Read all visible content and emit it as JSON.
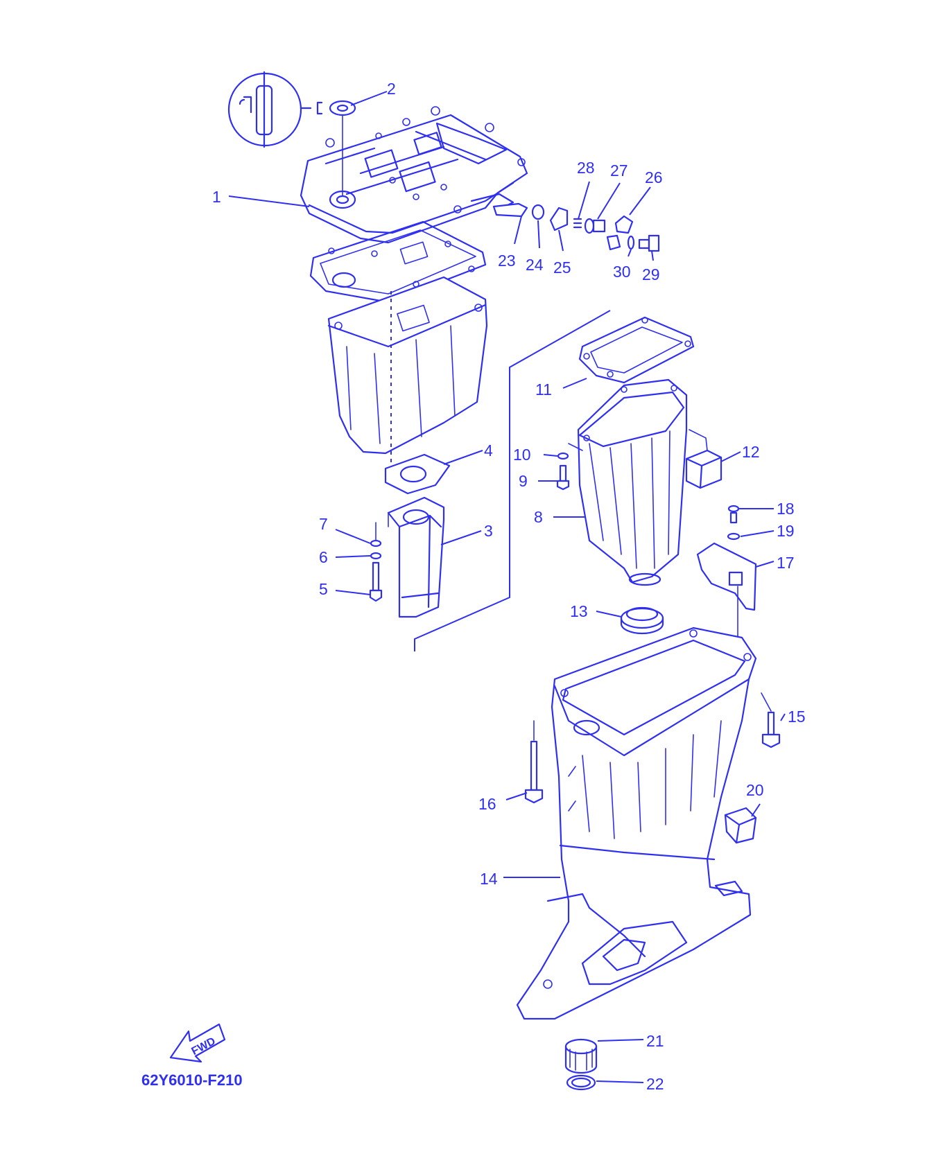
{
  "diagram": {
    "drawing_code": "62Y6010-F210",
    "direction_label": "FWD",
    "ink_color": "#2f2ff0",
    "background_color": "#ffffff",
    "callouts": [
      "1",
      "2",
      "3",
      "4",
      "5",
      "6",
      "7",
      "8",
      "9",
      "10",
      "11",
      "12",
      "13",
      "14",
      "15",
      "16",
      "17",
      "18",
      "19",
      "20",
      "21",
      "22",
      "23",
      "24",
      "25",
      "26",
      "27",
      "28",
      "29",
      "30"
    ]
  }
}
